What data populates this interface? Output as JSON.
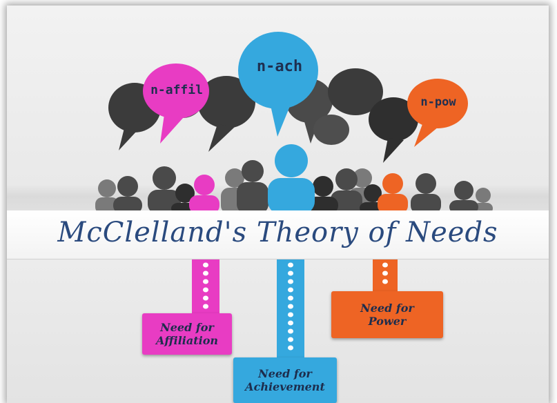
{
  "title": "McClelland's Theory of Needs",
  "bubbles": {
    "affil": "n-affil",
    "ach": "n-ach",
    "pow": "n-pow"
  },
  "needs": {
    "affiliation": "Need for\nAffiliation",
    "achievement": "Need for\nAchievement",
    "power": "Need for\nPower"
  },
  "colors": {
    "magenta": "#e83cc3",
    "blue": "#35a8de",
    "orange": "#ee6424",
    "dark": "#3a3a3a",
    "title": "#2a4a7e"
  }
}
